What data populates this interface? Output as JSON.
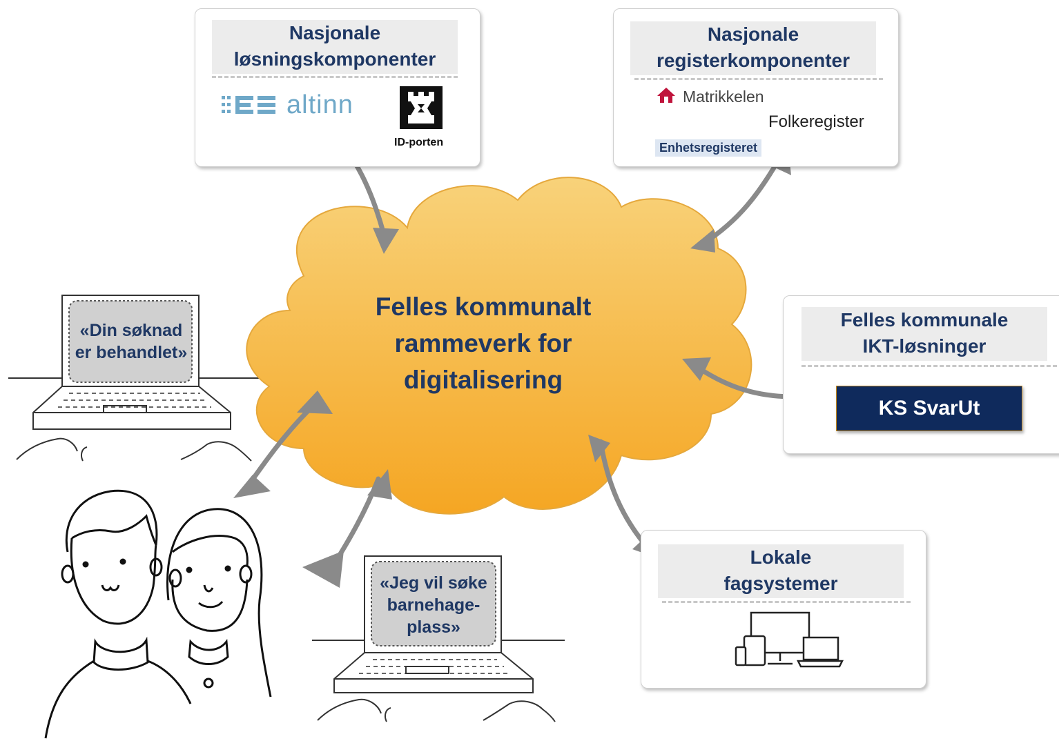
{
  "cloud": {
    "title_line1": "Felles kommunalt",
    "title_line2": "rammeverk for",
    "title_line3": "digitalisering",
    "fill_top": "#f8d27a",
    "fill_bottom": "#f5a623"
  },
  "nasjonale_losning": {
    "title_line1": "Nasjonale",
    "title_line2": "løsningskomponenter",
    "altinn_label": "altinn",
    "idporten_label": "ID-porten"
  },
  "nasjonale_register": {
    "title_line1": "Nasjonale",
    "title_line2": "registerkomponenter",
    "matrikkelen_label": "Matrikkelen",
    "folkeregister_label": "Folkeregister",
    "enhetsregisteret_label": "Enhetsregisteret"
  },
  "felles_ikt": {
    "title_line1": "Felles kommunale",
    "title_line2": "IKT-løsninger",
    "svarut_label": "KS SvarUt"
  },
  "lokale": {
    "title_line1": "Lokale",
    "title_line2": "fagsystemer",
    "devices_icon": "devices-icon"
  },
  "laptop_left": {
    "line1": "«Din søknad",
    "line2": "er behandlet»"
  },
  "laptop_bottom": {
    "line1": "«Jeg vil søke",
    "line2": "barnehage-",
    "line3": "plass»"
  },
  "colors": {
    "heading": "#1f3864",
    "svarut_bg": "#0f2a5c",
    "arrow": "#8a8a8a",
    "altinn": "#6fa8c8",
    "matrikkelen": "#c0143c"
  }
}
